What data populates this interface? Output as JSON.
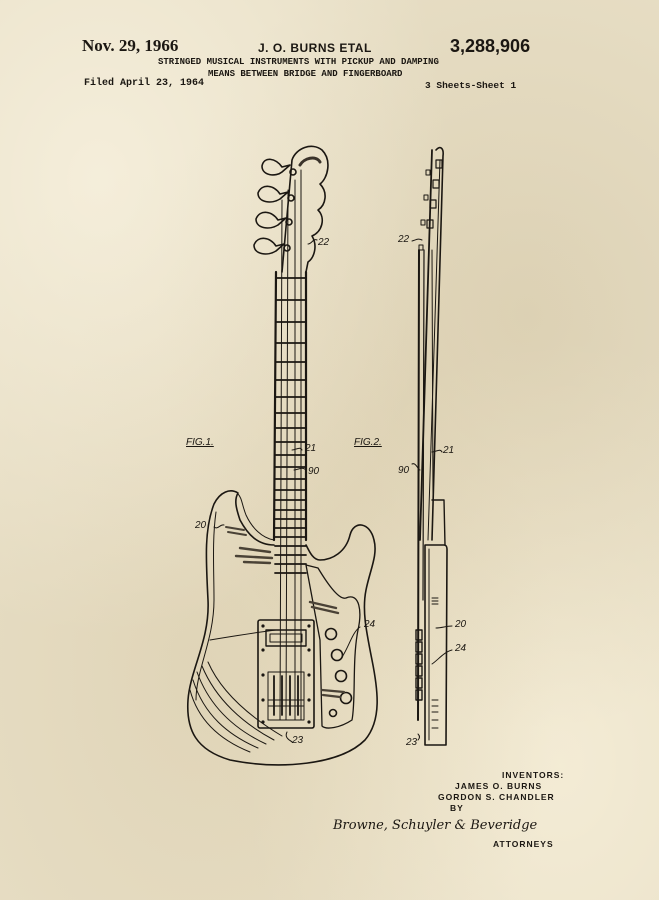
{
  "header": {
    "date": "Nov. 29, 1966",
    "inventor_short": "J. O. BURNS ETAL",
    "patent_number": "3,288,906",
    "title_line1": "STRINGED MUSICAL INSTRUMENTS WITH PICKUP AND DAMPING",
    "title_line2": "MEANS BETWEEN BRIDGE AND FINGERBOARD",
    "filed": "Filed April 23, 1964",
    "sheets": "3 Sheets-Sheet 1"
  },
  "figures": {
    "fig1_label": "FIG.1.",
    "fig2_label": "FIG.2.",
    "fig1_refs": {
      "r22": "22",
      "r21": "21",
      "r90": "90",
      "r20": "20",
      "r24": "24",
      "r23": "23"
    },
    "fig2_refs": {
      "r22": "22",
      "r21": "21",
      "r90": "90",
      "r20": "20",
      "r24": "24",
      "r23": "23"
    }
  },
  "footer": {
    "inventors_label": "INVENTORS:",
    "inventor1": "JAMES O. BURNS",
    "inventor2": "GORDON S. CHANDLER",
    "by": "BY",
    "signature": "Browne, Schuyler & Beveridge",
    "attorneys": "ATTORNEYS"
  },
  "colors": {
    "paper": "#e8dfc6",
    "ink": "#1b1712"
  }
}
